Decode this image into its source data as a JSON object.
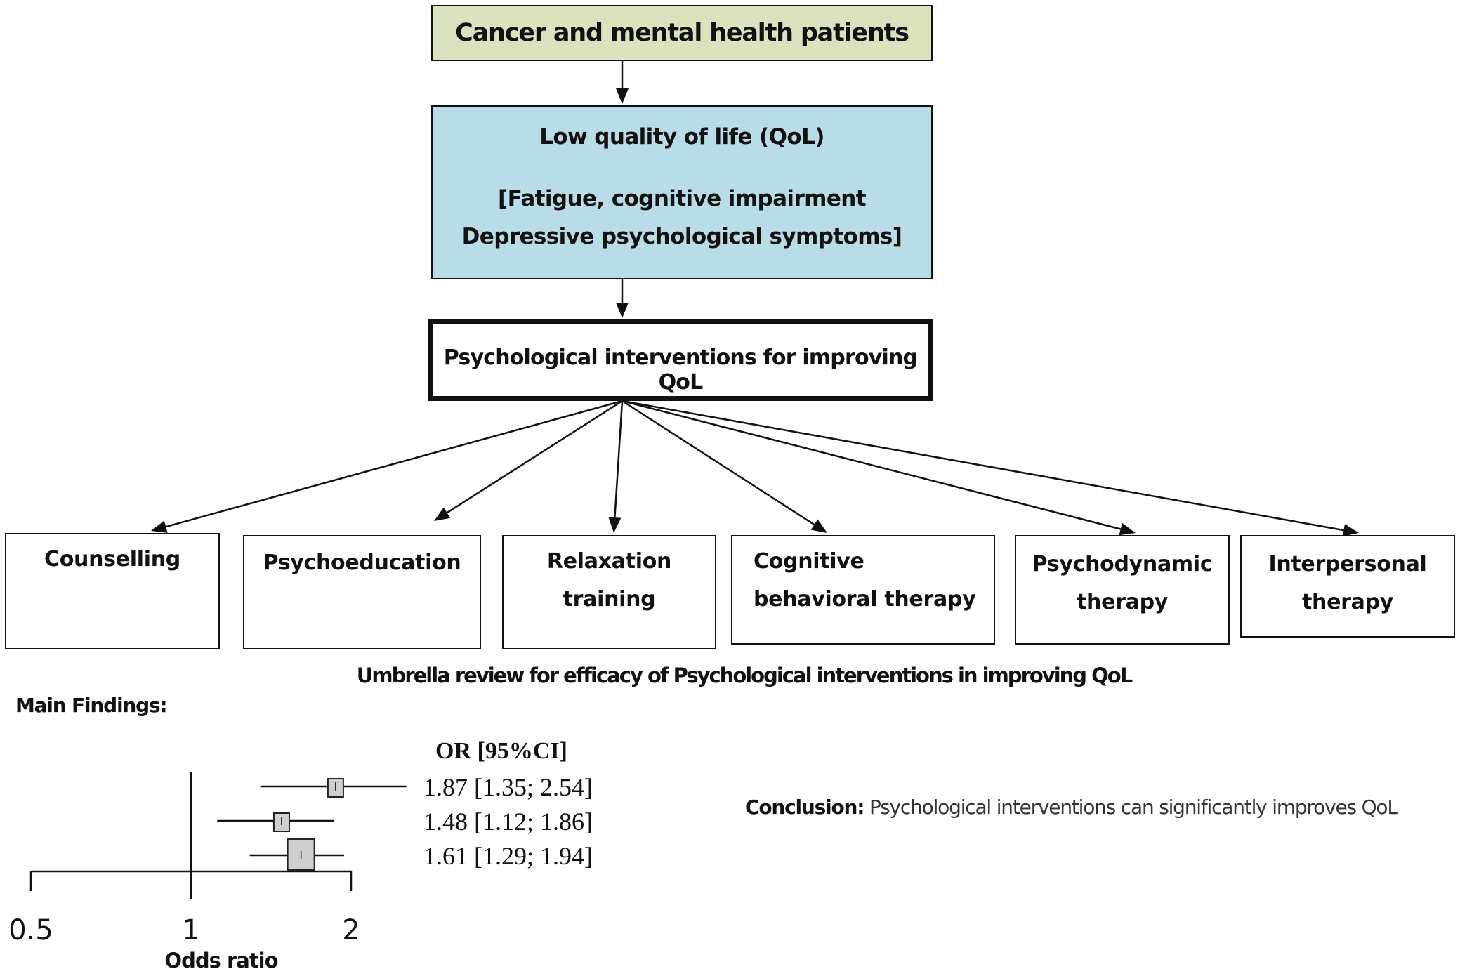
{
  "diagram": {
    "population": "Cancer and mental health patients",
    "problem": {
      "title": "Low quality of life (QoL)",
      "line1": "[Fatigue, cognitive impairment",
      "line2": "Depressive psychological  symptoms]"
    },
    "intervention": "Psychological interventions for improving QoL",
    "interventions": [
      {
        "line1": "Counselling",
        "line2": ""
      },
      {
        "line1": "Psychoeducation",
        "line2": ""
      },
      {
        "line1": "Relaxation",
        "line2": "training"
      },
      {
        "line1": "Cognitive",
        "line2": "behavioral therapy"
      },
      {
        "line1": "Psychodynamic",
        "line2": "therapy"
      },
      {
        "line1": "Interpersonal",
        "line2": "therapy"
      }
    ],
    "colors": {
      "population_fill": "#d9e3bd",
      "problem_fill": "#b8dce8",
      "stroke": "#111111"
    }
  },
  "umbrella_title": "Umbrella review for efficacy of Psychological interventions in improving QoL",
  "main_findings_label": "Main Findings:",
  "conclusion": {
    "label": "Conclusion:",
    "text": " Psychological interventions can significantly improves QoL"
  },
  "chart_data": {
    "type": "forest",
    "xlabel": "Odds ratio",
    "x_scale": "log",
    "xlim": [
      0.5,
      2
    ],
    "xticks": [
      "0.5",
      "1",
      "2"
    ],
    "xtick_values": [
      0.5,
      1,
      2
    ],
    "reference_line": 1,
    "column_header": "OR [95%CI]",
    "rows": [
      {
        "or": 1.87,
        "lower": 1.35,
        "upper": 2.54,
        "label": "1.87 [1.35; 2.54]",
        "weight": "small"
      },
      {
        "or": 1.48,
        "lower": 1.12,
        "upper": 1.86,
        "label": "1.48 [1.12; 1.86]",
        "weight": "small"
      },
      {
        "or": 1.61,
        "lower": 1.29,
        "upper": 1.94,
        "label": "1.61 [1.29; 1.94]",
        "weight": "large"
      }
    ]
  }
}
